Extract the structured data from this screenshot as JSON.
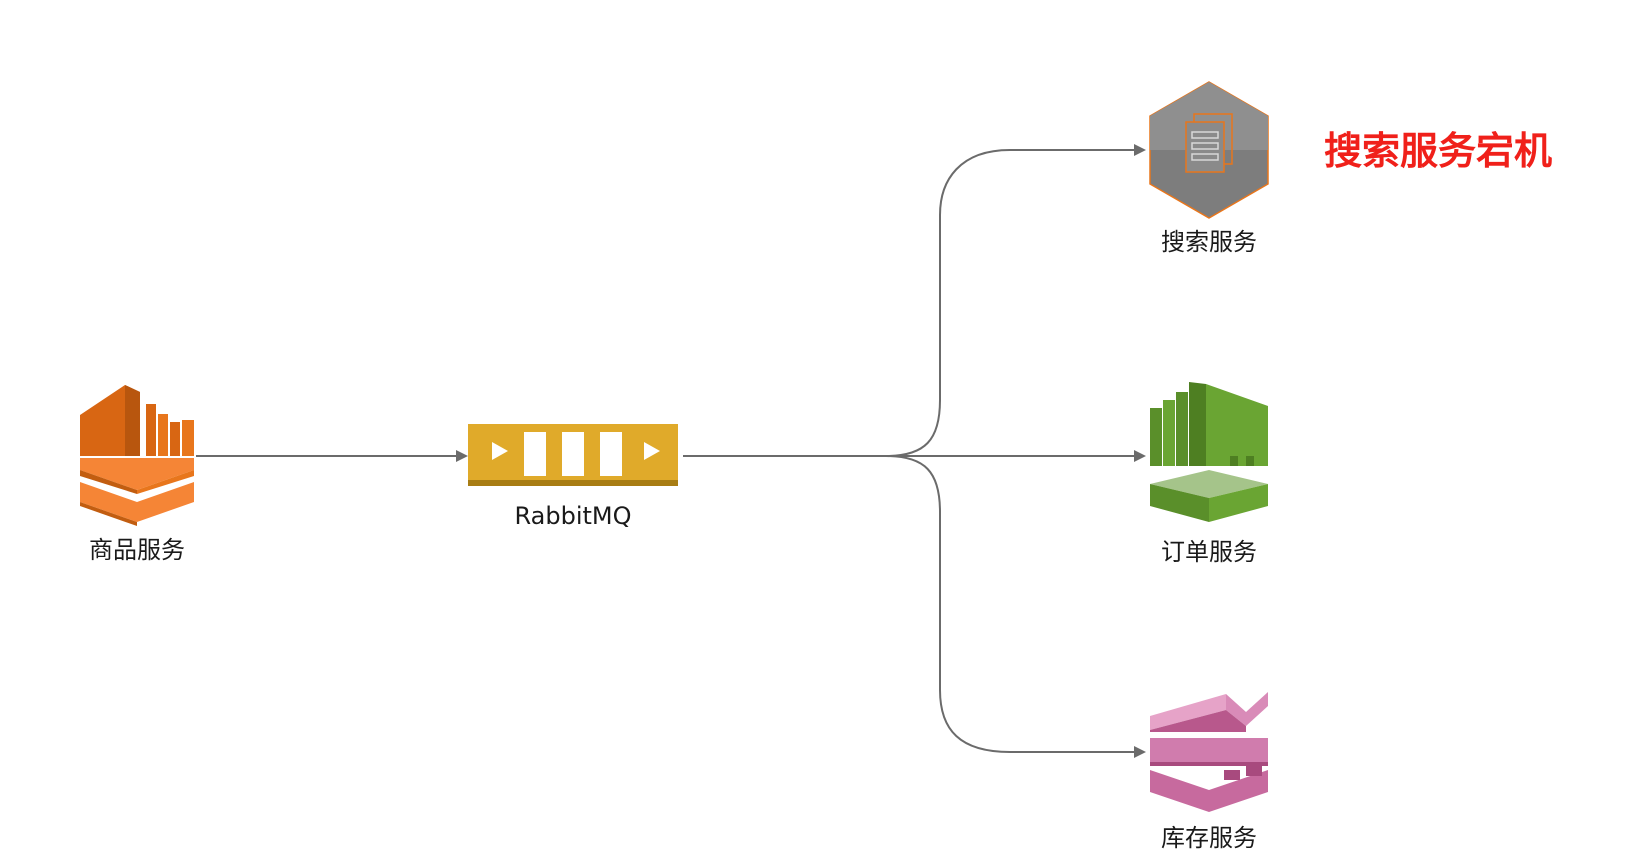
{
  "nodes": {
    "product_service": {
      "label": "商品服务",
      "icon": "orange-stacked-service-icon",
      "color": "#e8761c"
    },
    "rabbitmq": {
      "label": "RabbitMQ",
      "icon": "queue-icon",
      "color": "#d8a82a"
    },
    "search_service": {
      "label": "搜索服务",
      "icon": "gray-hexagon-documents-icon",
      "color": "#8a8a8a"
    },
    "order_service": {
      "label": "订单服务",
      "icon": "green-stacked-service-icon",
      "color": "#6aa533"
    },
    "inventory_service": {
      "label": "库存服务",
      "icon": "pink-stream-service-icon",
      "color": "#c76a9e"
    }
  },
  "annotation": {
    "text": "搜索服务宕机",
    "color": "#f0201a"
  },
  "edge_color": "#6b6b6b"
}
